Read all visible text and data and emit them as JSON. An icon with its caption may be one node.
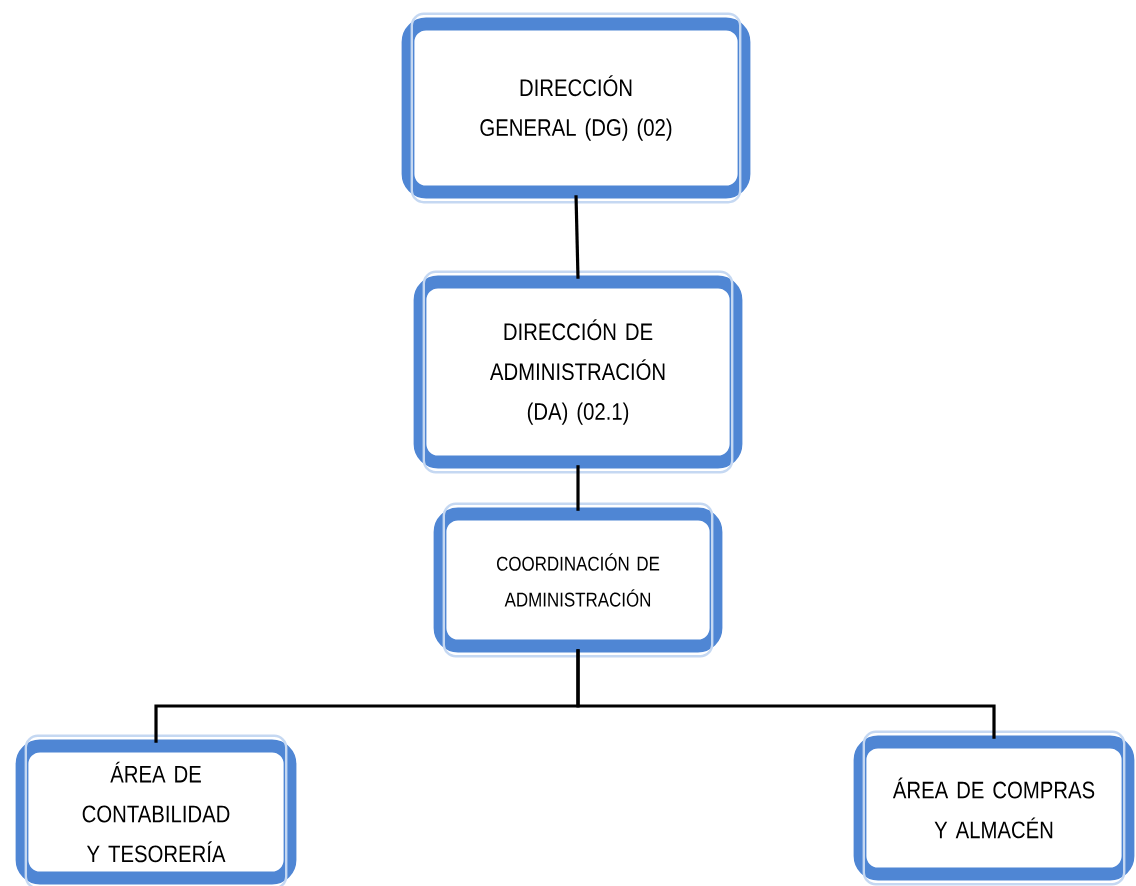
{
  "diagram": {
    "nodes": [
      {
        "text": [
          "DIRECCIÓN GENERAL (DG) (02)"
        ]
      },
      {
        "text": [
          "DIRECCIÓN DE ADMINISTRACIÓN (DA) (02.1)"
        ]
      },
      {
        "text": [
          "COORDINACIÓN DE ADMINISTRACIÓN"
        ]
      },
      {
        "text": [
          "ÁREA DE CONTABILIDAD Y TESORERÍA"
        ]
      },
      {
        "text": [
          "ÁREA DE COMPRAS Y ALMACÉN"
        ]
      }
    ],
    "edges": [
      {
        "from": 0,
        "to": 1,
        "arrow": "none"
      },
      {
        "from": 1,
        "to": 2,
        "arrow": "none"
      },
      {
        "from": 2,
        "to": 3,
        "arrow": "none"
      },
      {
        "from": 2,
        "to": 4,
        "arrow": "none"
      }
    ]
  }
}
